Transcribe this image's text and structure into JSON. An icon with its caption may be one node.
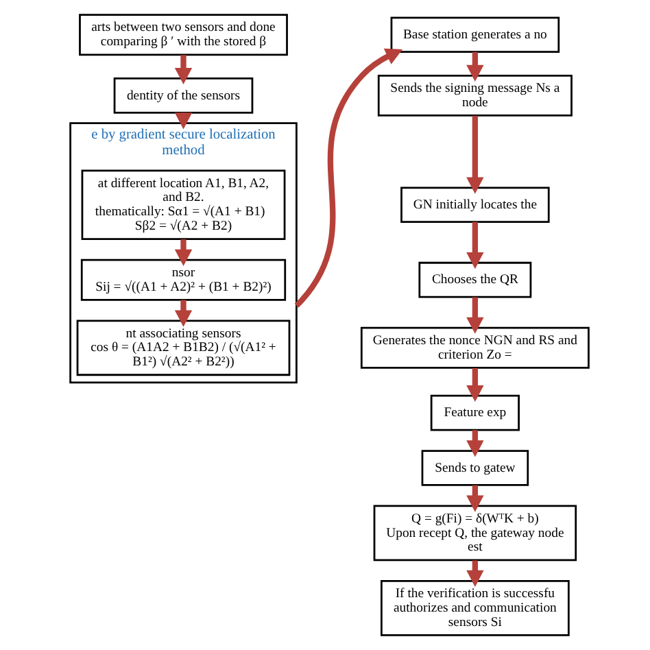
{
  "diagram": {
    "nodes": [
      {
        "text": [
          "arts between two sensors and done comparing β ′ with the stored β"
        ]
      },
      {
        "text": [
          "dentity of the sensors"
        ]
      },
      {
        "text": [
          "e by gradient secure localization method"
        ]
      },
      {
        "text": [
          "at different location A1, B1, A2, and B2.",
          "thematically: Sα1 = √(A1 + B1)   Sβ2 = √(A2 + B2)"
        ],
        "in": 2
      },
      {
        "text": [
          "nsor",
          "Sij = √((A1 + A2)² + (B1 + B2)²)"
        ],
        "in": 2
      },
      {
        "text": [
          "nt associating sensors",
          "cos θ = (A1A2 + B1B2) / (√(A1² + B1²) √(A2² + B2²))"
        ],
        "in": 2
      },
      {
        "text": [
          "Base station generates a no"
        ]
      },
      {
        "text": [
          "Sends the signing message Ns a node"
        ]
      },
      {
        "text": [
          "GN initially locates the"
        ]
      },
      {
        "text": [
          "Chooses the QR"
        ]
      },
      {
        "text": [
          "Generates the nonce NGN and RS and criterion Zo ="
        ]
      },
      {
        "text": [
          "Feature exp"
        ]
      },
      {
        "text": [
          "Sends to gatew"
        ]
      },
      {
        "text": [
          "Q = g(Fi) = δ(WᵀK + b)",
          "Upon recept Q, the gateway node est"
        ]
      },
      {
        "text": [
          "If the verification is successfu authorizes and communication sensors Si"
        ]
      }
    ],
    "edges": [
      {
        "from": 0,
        "to": 1,
        "arrow": "to"
      },
      {
        "from": 1,
        "to": 2,
        "arrow": "to"
      },
      {
        "from": 3,
        "to": 4,
        "arrow": "to"
      },
      {
        "from": 4,
        "to": 5,
        "arrow": "to"
      },
      {
        "from": 2,
        "to": 6,
        "arrow": "to"
      },
      {
        "from": 6,
        "to": 7,
        "arrow": "to"
      },
      {
        "from": 7,
        "to": 8,
        "arrow": "to"
      },
      {
        "from": 8,
        "to": 9,
        "arrow": "to"
      },
      {
        "from": 9,
        "to": 10,
        "arrow": "to"
      },
      {
        "from": 10,
        "to": 11,
        "arrow": "to"
      },
      {
        "from": 11,
        "to": 12,
        "arrow": "to"
      },
      {
        "from": 12,
        "to": 13,
        "arrow": "to"
      },
      {
        "from": 13,
        "to": 14,
        "arrow": "to"
      }
    ]
  }
}
